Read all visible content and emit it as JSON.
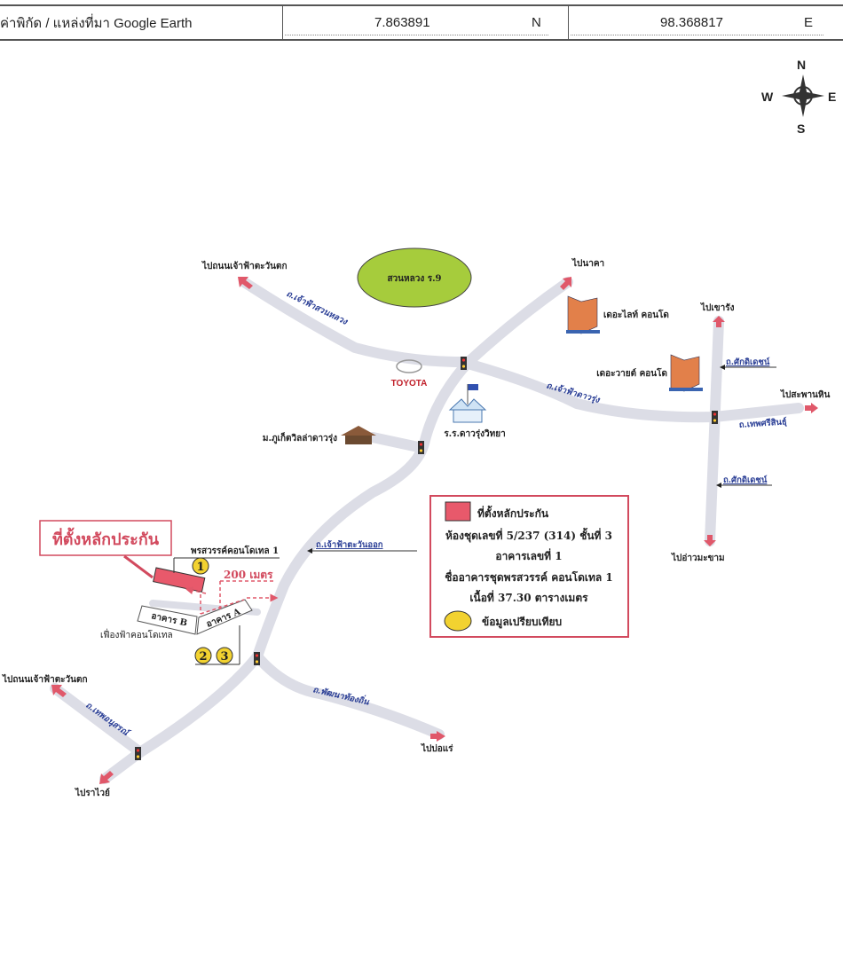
{
  "header": {
    "source_label": "ค่าพิกัด / แหล่งที่มา Google Earth",
    "latitude": "7.863891",
    "lat_dir": "N",
    "longitude": "98.368817",
    "lon_dir": "E"
  },
  "compass": {
    "n": "N",
    "s": "S",
    "e": "E",
    "w": "W"
  },
  "places": {
    "park": "สวนหลวง ร.9",
    "toyota": "TOYOTA",
    "school": "ร.ร.ดาวรุ่งวิทยา",
    "village": "ม.ภูเก็ตวิลล่าดาวรุ่ง",
    "the_light": "เดอะไลท์ คอนโด",
    "the_white": "เดอะวายต์ คอนโด",
    "phonsawan": "พรสวรรค์คอนโดเทล 1",
    "fuengfah": "เฟื่องฟ้าคอนโดเทล",
    "building_a": "อาคาร A",
    "building_b": "อาคาร B",
    "distance": "200 เมตร",
    "collateral_callout": "ที่ตั้งหลักประกัน"
  },
  "directions": {
    "nw_top": "ไปถนนเจ้าฟ้าตะวันตก",
    "nakha": "ไปนาคา",
    "khao_rang": "ไปเขารัง",
    "saphan_hin": "ไปสะพานหิน",
    "ao_makham": "ไปอ่าวมะขาม",
    "nw_bottom": "ไปถนนเจ้าฟ้าตะวันตก",
    "rawai": "ไปราไวย์",
    "bo_rae": "ไปบ่อแร่"
  },
  "roads": {
    "chaofa_suanluang": "ถ.เจ้าฟ้าสวนหลวง",
    "chaofa_daorung": "ถ.เจ้าฟ้าดาวรุ่ง",
    "sakdidet_top": "ถ.ศักดิเดชน์",
    "sakdidet_bottom": "ถ.ศักดิเดชน์",
    "thepkrasattri": "ถ.เทพศรีสินธุ์",
    "chaofa_east": "ถ.เจ้าฟ้าตะวันออก",
    "phatthana_thongthin": "ถ.พัฒนาท้องถิ่น",
    "thepanusorn": "ถ.เทพอนุสรณ์"
  },
  "markers": {
    "m1": "1",
    "m2": "2",
    "m3": "3"
  },
  "legend": {
    "collateral": "ที่ตั้งหลักประกัน",
    "unit": "ห้องชุดเลขที่ 5/237 (314)   ชั้นที่ 3",
    "building_no": "อาคารเลขที่ 1",
    "building_name": "ชื่ออาคารชุดพรสวรรค์ คอนโดเทล 1",
    "area": "เนื้อที่ 37.30 ตารางเมตร",
    "comparables": "ข้อมูลเปรียบเทียบ"
  },
  "colors": {
    "road": "#dcdde6",
    "arrow": "#e0586a",
    "collateral": "#e8596b",
    "marker": "#f2d230",
    "park": "#a6cc3c",
    "road_label": "#2b3f96",
    "callout": "#d24a5e"
  }
}
